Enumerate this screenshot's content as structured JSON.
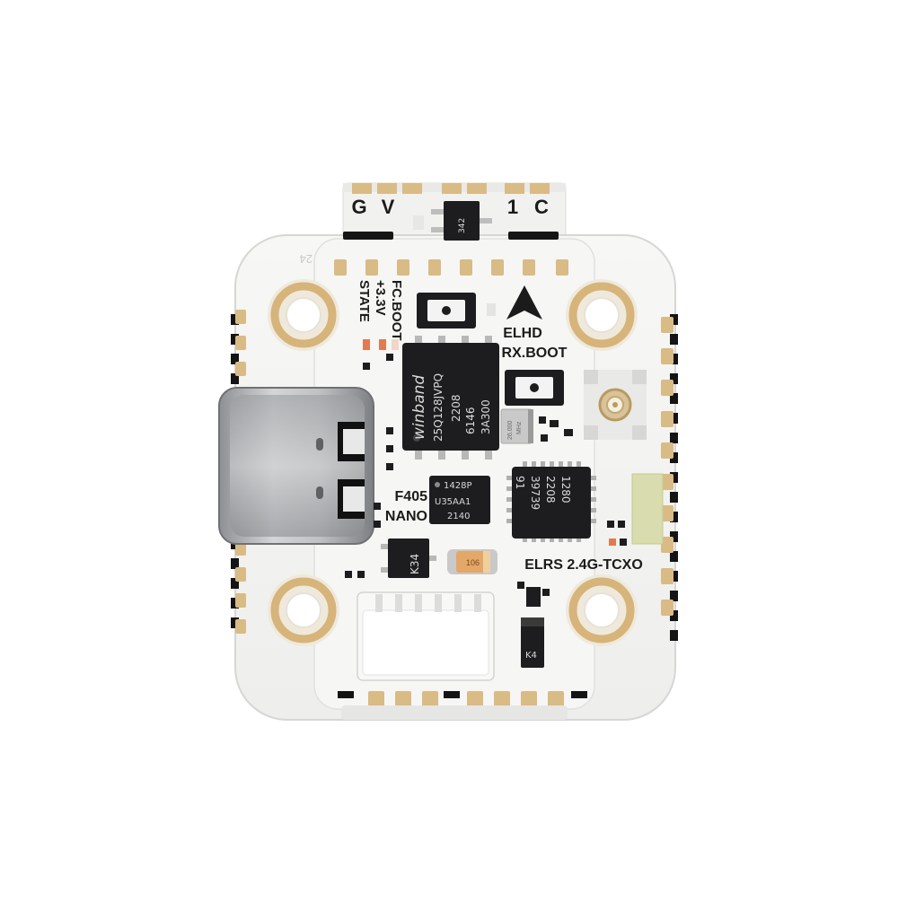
{
  "pins_top": [
    "G",
    "V",
    "1",
    "C"
  ],
  "labels": {
    "fc_boot": "FC.BOOT",
    "v33": "+3.3V",
    "state": "STATE",
    "elhd": "ELHD",
    "rx_boot": "RX.BOOT",
    "f405": "F405",
    "nano": "NANO",
    "elrs": "ELRS 2.4G-TCXO",
    "corner_mark": "24"
  },
  "chips": {
    "flash": [
      "winband",
      "25Q128JVPQ",
      "2208",
      "6146",
      "3A300"
    ],
    "crystal": [
      "26.000",
      "MHz"
    ],
    "rx_mcu": [
      "1280",
      "2208",
      "39739",
      "91"
    ],
    "imu": [
      "1428P",
      "U35AA1",
      "2140"
    ],
    "reg": "K34",
    "cap": "106",
    "diode": "K4",
    "top_part": "342"
  },
  "colors": {
    "board": "#f4f4f2",
    "pad_gold": "#d9bb86",
    "chip_black": "#1d1d1f",
    "usb_steel": "#a9abad"
  }
}
